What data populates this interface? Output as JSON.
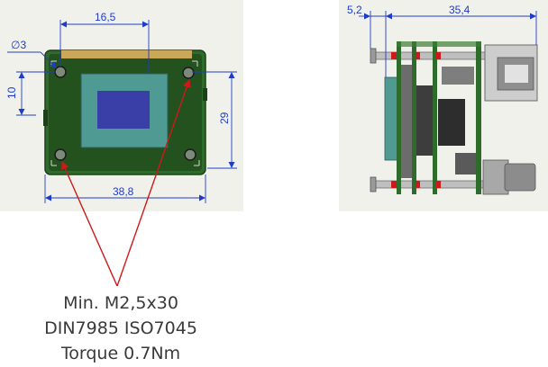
{
  "front_view": {
    "dim_top": "16,5",
    "dim_hole": "∅3",
    "dim_left": "10",
    "dim_right": "29",
    "dim_bottom": "38,8"
  },
  "side_view": {
    "dim_left": "5,2",
    "dim_right": "35,4"
  },
  "annotation": {
    "line1": "Min. M2,5x30",
    "line2": "DIN7985 ISO7045",
    "line3": "Torque 0.7Nm"
  },
  "colors": {
    "dimension": "#1e3cc8",
    "leader_arrow": "#cc1a1a",
    "pcb_green": "#2f6b2a",
    "sensor_teal": "#4f9a92",
    "sensor_core": "#3a3fa8",
    "panel_bg": "#f1f1ec"
  }
}
